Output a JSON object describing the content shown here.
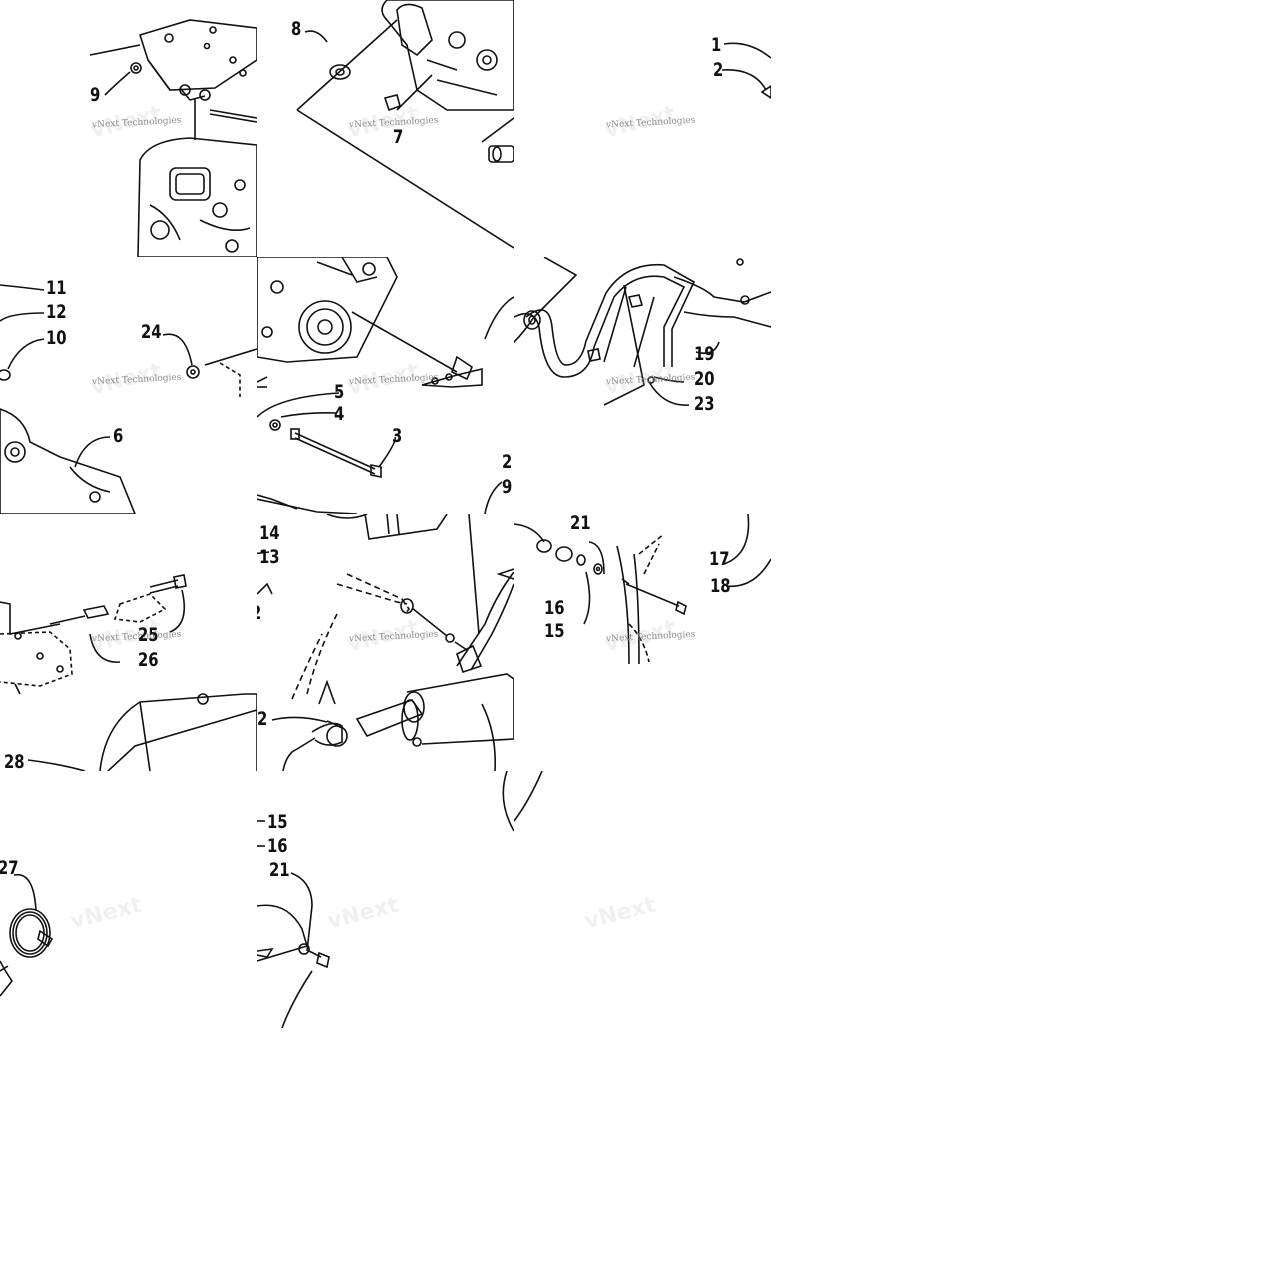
{
  "watermark": "vNext Technologies",
  "tiles": [
    {
      "id": "r0c1",
      "labels": [
        "9"
      ]
    },
    {
      "id": "r0c2",
      "labels": [
        "8",
        "7"
      ]
    },
    {
      "id": "r0c3",
      "labels": [
        "1",
        "2"
      ]
    },
    {
      "id": "r1c0",
      "labels": [
        "11",
        "12",
        "10",
        "6"
      ]
    },
    {
      "id": "r1c1",
      "labels": [
        "24"
      ]
    },
    {
      "id": "r1c2",
      "labels": [
        "5",
        "4",
        "3"
      ]
    },
    {
      "id": "r1c3",
      "labels": [
        "19",
        "20",
        "23"
      ]
    },
    {
      "id": "r2c0",
      "labels": [
        "25",
        "26",
        "28"
      ]
    },
    {
      "id": "r2c1",
      "labels": [
        "2",
        "9",
        "14",
        "13",
        "2",
        "2"
      ]
    },
    {
      "id": "r2c2",
      "labels": [
        "21",
        "16",
        "15",
        "17",
        "18"
      ]
    },
    {
      "id": "r3c0",
      "labels": [
        "27"
      ]
    },
    {
      "id": "r3c1",
      "labels": [
        "15",
        "16",
        "21"
      ]
    }
  ]
}
